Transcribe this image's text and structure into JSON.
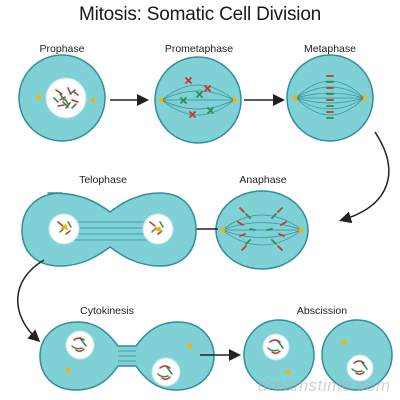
{
  "title": "Mitosis: Somatic Cell Division",
  "stages": {
    "prophase": "Prophase",
    "prometaphase": "Prometaphase",
    "metaphase": "Metaphase",
    "telophase": "Telophase",
    "anaphase": "Anaphase",
    "cytokinesis": "Cytokinesis",
    "abscission": "Abscission"
  },
  "watermark": "dreamstime.com",
  "colors": {
    "cell_fill": "#7fd1d6",
    "cell_stroke": "#2f8f9b",
    "nucleus_fill": "#ffffff",
    "centrosome": "#f4b400",
    "spindle": "#3b8f98",
    "chromosome_red": "#c0392b",
    "chromosome_green": "#2e8b57",
    "arrow": "#222222"
  }
}
